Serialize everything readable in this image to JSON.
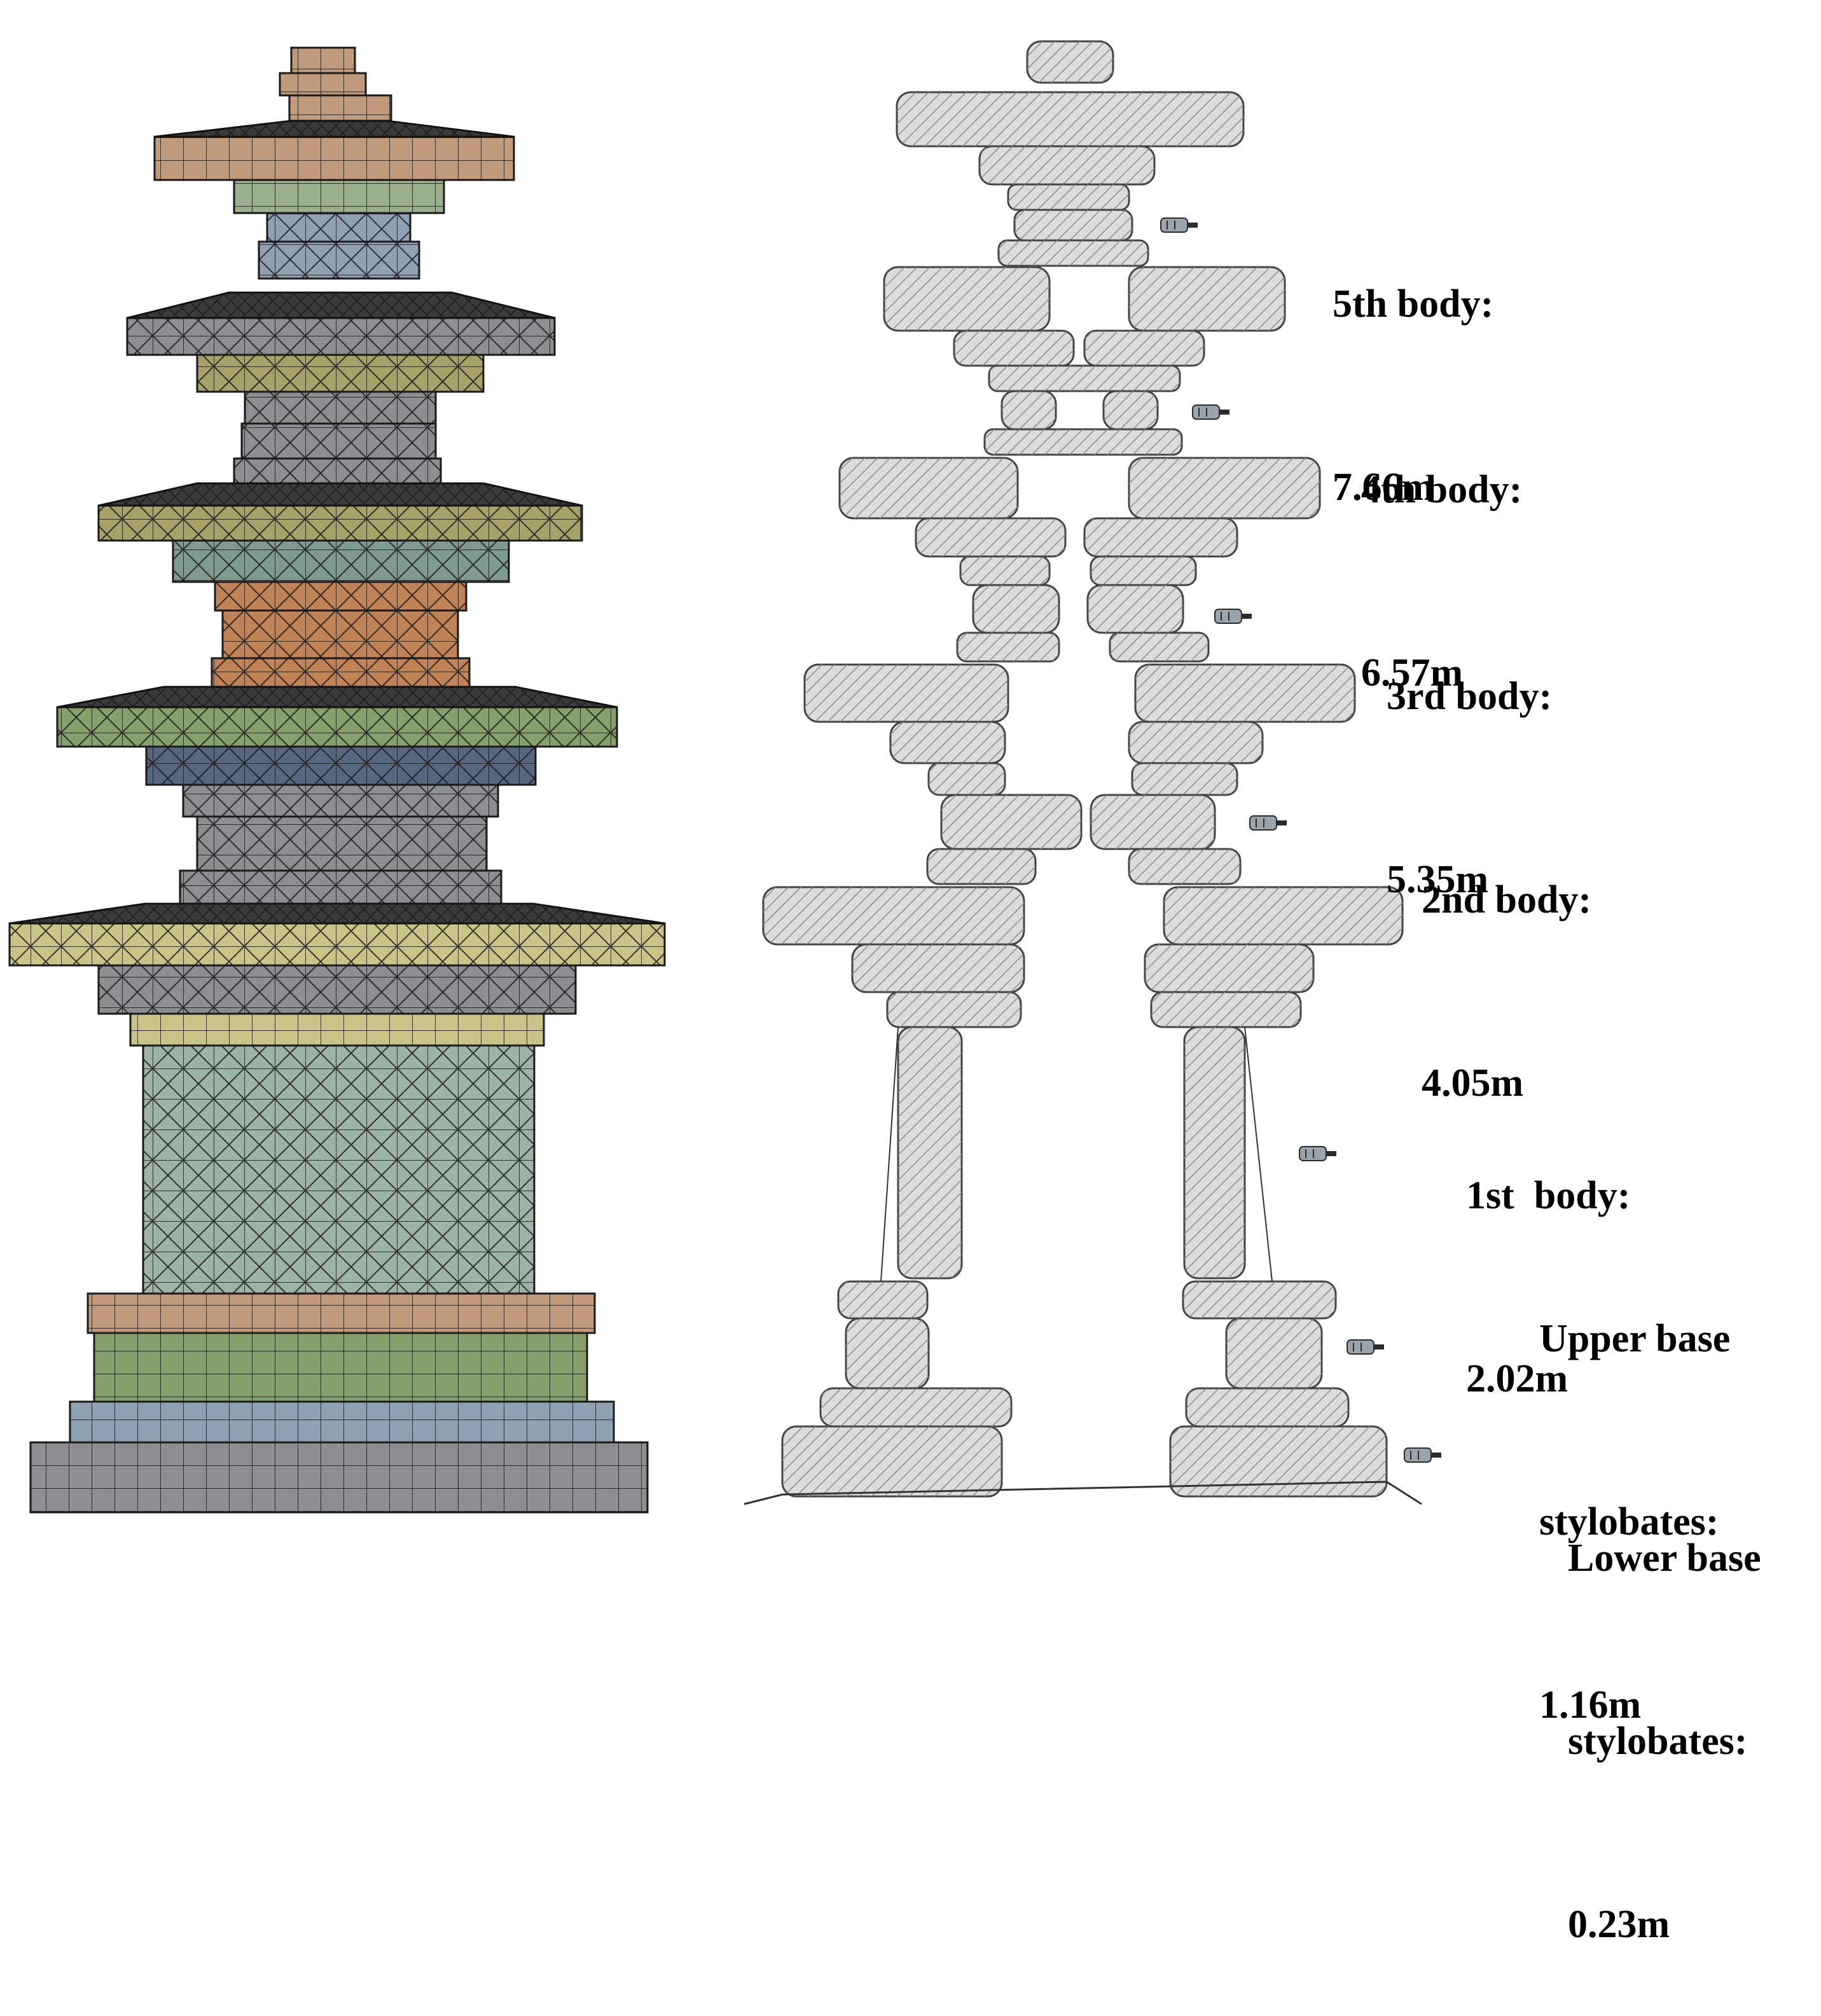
{
  "colors": {
    "tan": "#c19a7b",
    "sage": "#9bb08c",
    "blue_gray": "#8fa2b4",
    "gray": "#8e8e92",
    "olive": "#a7a26a",
    "teal_gray": "#7f9a8e",
    "orange_brown": "#c08357",
    "green": "#86a06c",
    "slate": "#56677f",
    "mint": "#9db3a4",
    "khaki": "#c9c38a",
    "stone": "#dcdcdc",
    "hatch": "#8a8a8a",
    "outline": "#444444"
  },
  "labels": [
    {
      "id": "fifth",
      "line1": "5th body:",
      "line2": "7.66m"
    },
    {
      "id": "fourth",
      "line1": "4th body:",
      "line2": "6.57m"
    },
    {
      "id": "third",
      "line1": "3rd body:",
      "line2": "5.35m"
    },
    {
      "id": "second",
      "line1": "2nd body:",
      "line2": "4.05m"
    },
    {
      "id": "first",
      "line1": "1st  body:",
      "line2": "2.02m"
    },
    {
      "id": "upper",
      "line1": "Upper base",
      "line2": "stylobates:",
      "line3": "1.16m"
    },
    {
      "id": "lower",
      "line1": "Lower base",
      "line2": "stylobates:",
      "line3": "0.23m"
    }
  ]
}
